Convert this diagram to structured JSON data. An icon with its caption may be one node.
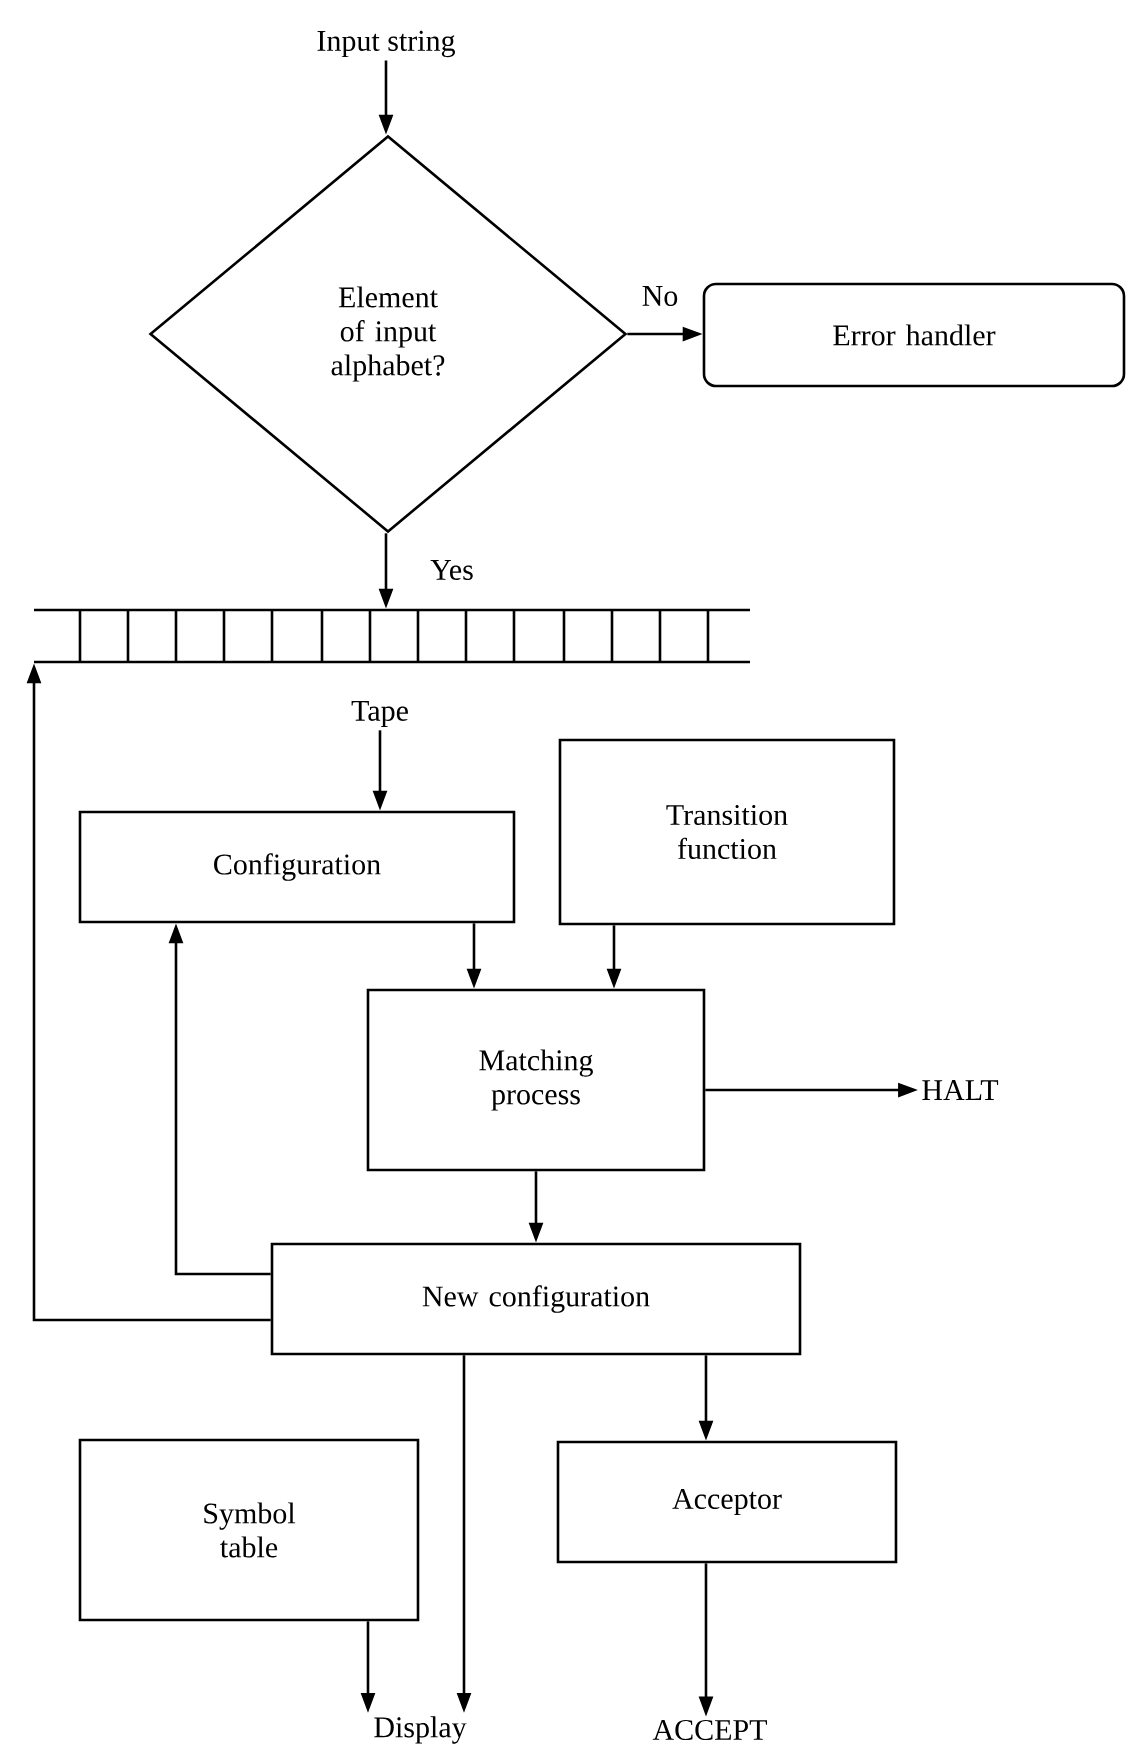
{
  "diagram": {
    "nodes": [
      {
        "text": [
          "Input string"
        ]
      },
      {
        "text": [
          "Element of input alphabet?"
        ]
      },
      {
        "text": [
          "Error handler"
        ]
      },
      {
        "text": [
          "Tape"
        ]
      },
      {
        "text": [
          "Configuration"
        ]
      },
      {
        "text": [
          "Transition function"
        ]
      },
      {
        "text": [
          "Matching process"
        ]
      },
      {
        "text": [
          "HALT"
        ]
      },
      {
        "text": [
          "New configuration"
        ]
      },
      {
        "text": [
          "Symbol table"
        ]
      },
      {
        "text": [
          "Acceptor"
        ]
      },
      {
        "text": [
          "Display"
        ]
      },
      {
        "text": [
          "ACCEPT"
        ]
      }
    ],
    "edges": [
      {
        "from": 0,
        "to": 1,
        "arrow": "to"
      },
      {
        "from": 1,
        "to": 2,
        "arrow": "to",
        "label": "No"
      },
      {
        "from": 1,
        "to": 3,
        "arrow": "to",
        "label": "Yes"
      },
      {
        "from": 3,
        "to": 4,
        "arrow": "to"
      },
      {
        "from": 4,
        "to": 6,
        "arrow": "to"
      },
      {
        "from": 5,
        "to": 6,
        "arrow": "to"
      },
      {
        "from": 6,
        "to": 7,
        "arrow": "to"
      },
      {
        "from": 6,
        "to": 8,
        "arrow": "to"
      },
      {
        "from": 8,
        "to": 4,
        "arrow": "to"
      },
      {
        "from": 8,
        "to": 3,
        "arrow": "to"
      },
      {
        "from": 8,
        "to": 11,
        "arrow": "to"
      },
      {
        "from": 9,
        "to": 11,
        "arrow": "to"
      },
      {
        "from": 8,
        "to": 10,
        "arrow": "to"
      },
      {
        "from": 10,
        "to": 12,
        "arrow": "to"
      }
    ]
  }
}
